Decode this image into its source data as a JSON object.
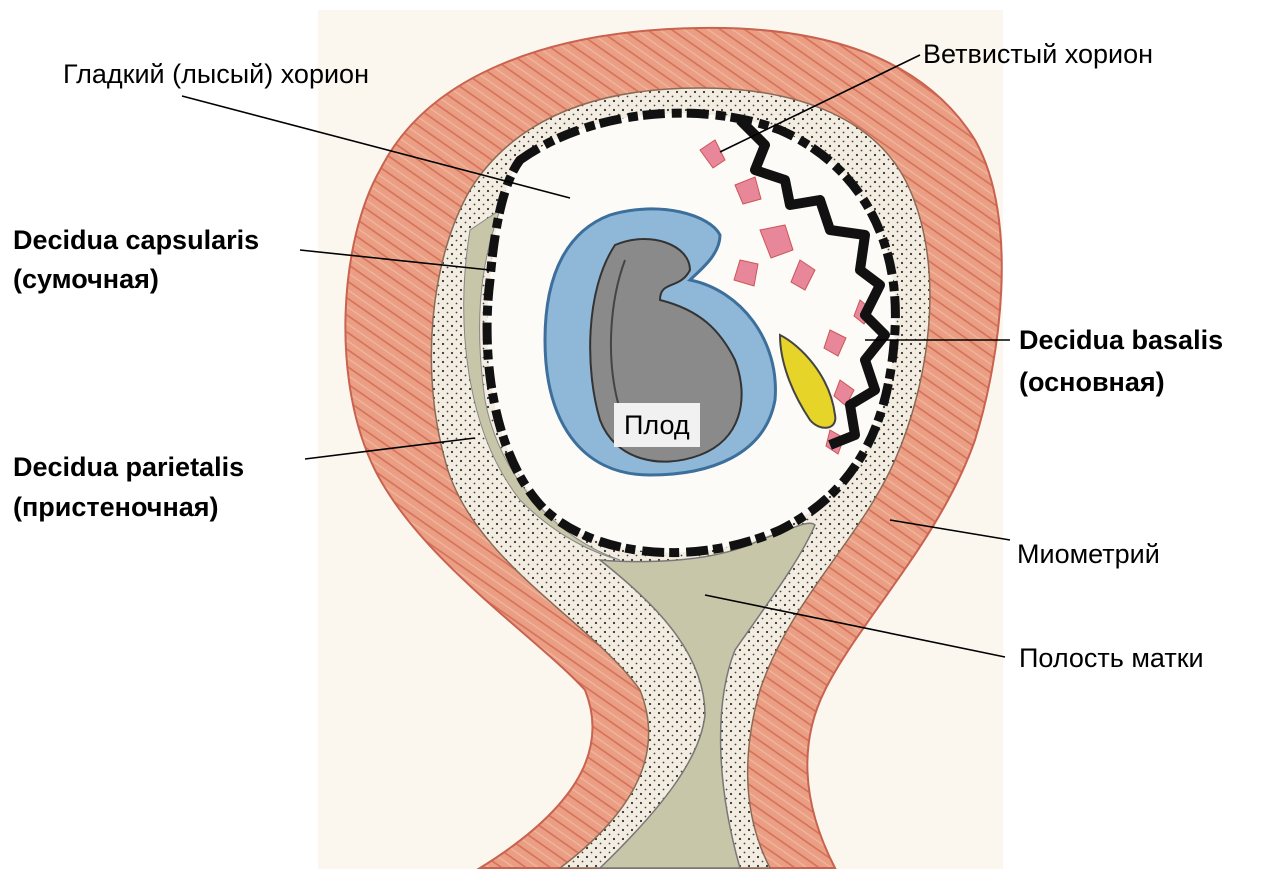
{
  "colors": {
    "myometrium": "#e59a7e",
    "decidua": "#f2ebe0",
    "chorion_dark": "#111111",
    "amnion_blue": "#8fb8d8",
    "fetus": "#8a8a8a",
    "cavity": "#c6c4a6",
    "villi": "#e8879a",
    "yolk": "#e6d428"
  },
  "labels": {
    "smooth_chorion": "Гладкий (лысый) хорион",
    "branched_chorion": "Ветвистый хорион",
    "capsularis_1": "Decidua capsularis",
    "capsularis_2": "(сумочная)",
    "basalis_1": "Decidua basalis",
    "basalis_2": "(основная)",
    "parietalis_1": "Decidua parietalis",
    "parietalis_2": "(пристеночная)",
    "myometrium": "Миометрий",
    "uterine_cavity": "Полость матки",
    "fetus": "Плод"
  }
}
